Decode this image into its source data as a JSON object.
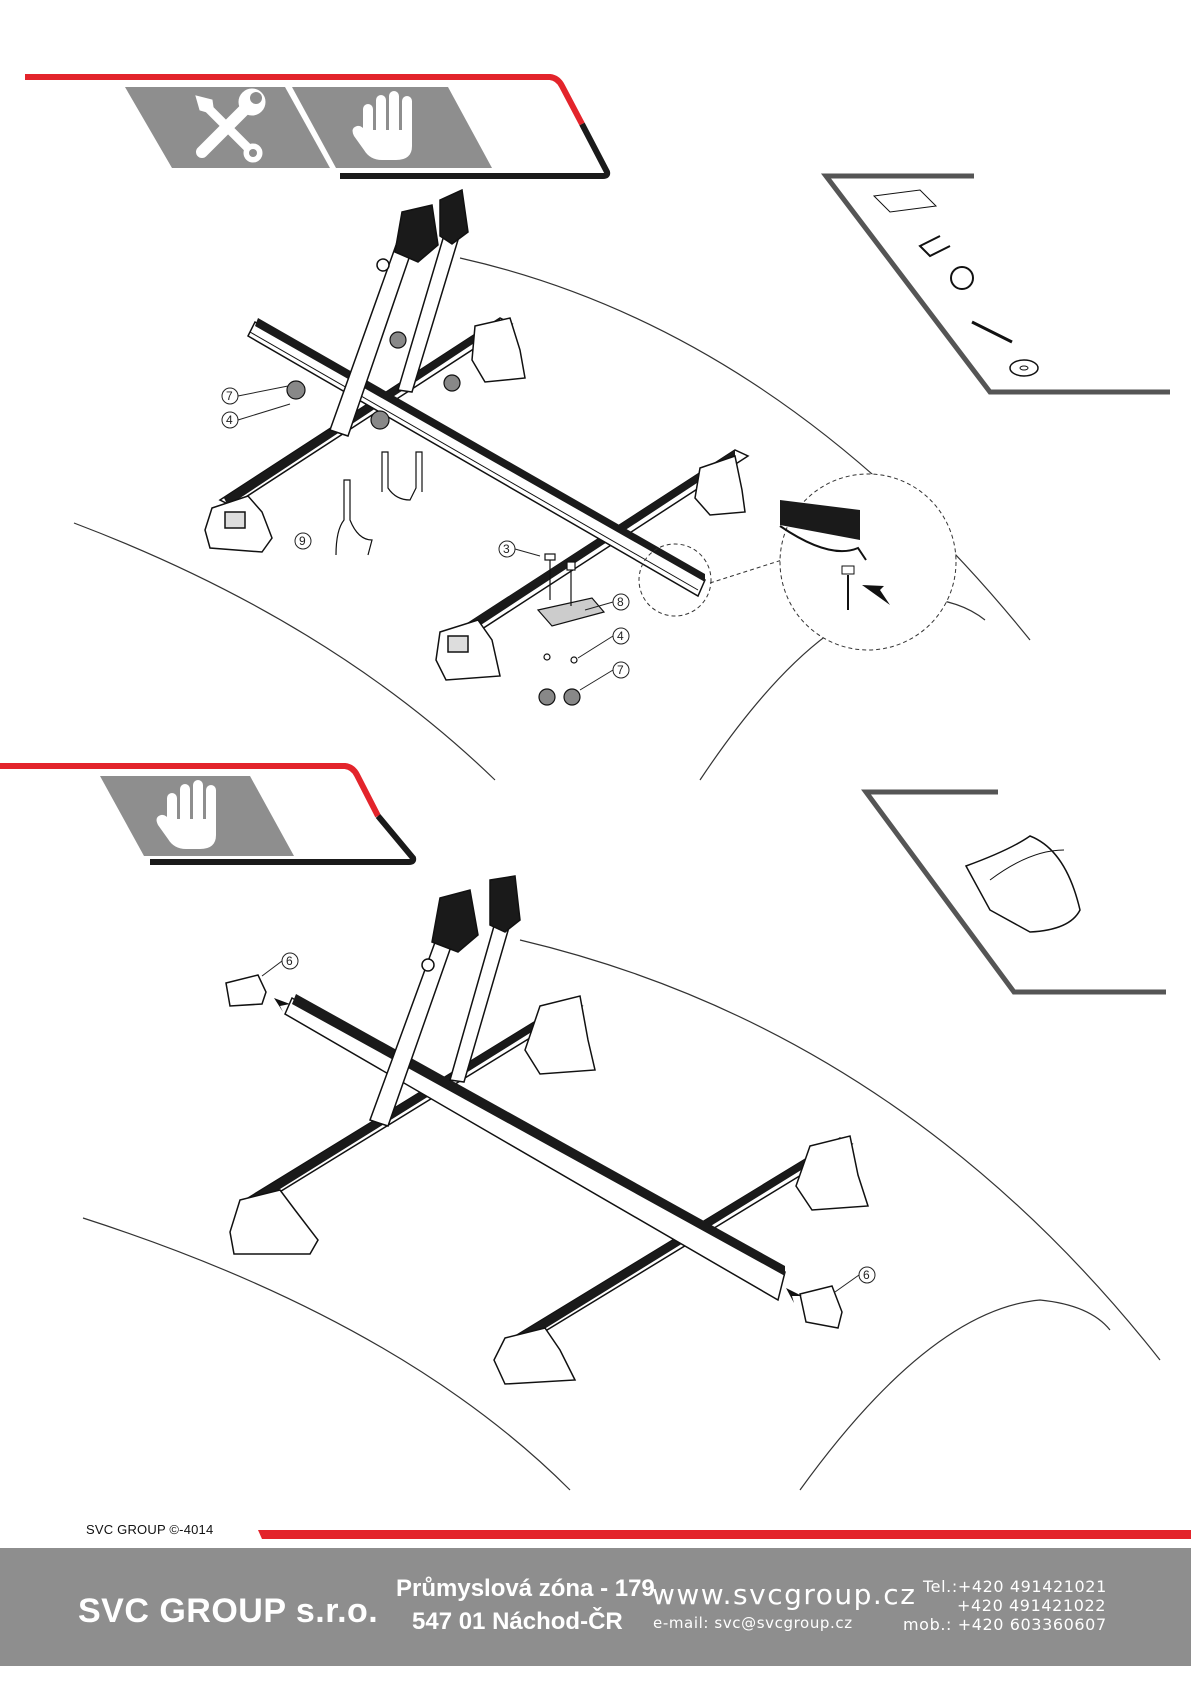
{
  "document": {
    "code": "SVC GROUP ©-4014",
    "colors": {
      "accent_red": "#e3242b",
      "banner_gray": "#8e8e8e",
      "line_black": "#1a1a1a"
    }
  },
  "steps": [
    {
      "icons": [
        "wrench-screwdriver-icon",
        "hand-icon"
      ]
    },
    {
      "icons": [
        "hand-icon"
      ]
    }
  ],
  "callouts": {
    "step1": [
      "7",
      "4",
      "9",
      "3",
      "8",
      "4",
      "7"
    ],
    "step2": [
      "6",
      "6"
    ]
  },
  "parts_box_1": [
    "mounting-plate",
    "u-bolt",
    "knob-nut",
    "t-bolt",
    "washer"
  ],
  "parts_box_2": [
    "end-cap"
  ],
  "footer": {
    "company": "SVC GROUP s.r.o.",
    "address_line1": "Průmyslová zóna - 179",
    "address_line2": "547 01 Náchod-ČR",
    "website": "www.svcgroup.cz",
    "email": "e-mail: svc@svcgroup.cz",
    "tel1": "Tel.:+420 491421021",
    "tel2": "+420 491421022",
    "mobile": "mob.: +420 603360607"
  }
}
